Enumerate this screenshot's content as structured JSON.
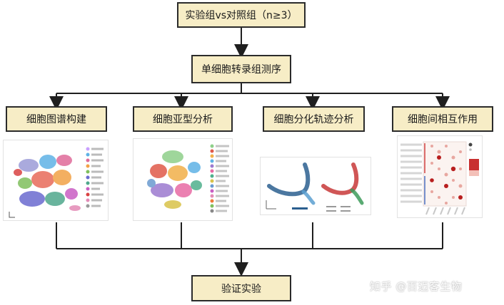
{
  "flow": {
    "top": "实验组vs对照组（n≥3）",
    "sequencing": "单细胞转录组测序",
    "analyses": [
      "细胞图谱构建",
      "细胞亚型分析",
      "细胞分化轨迹分析",
      "细胞间相互作用"
    ],
    "validation": "验证实验"
  },
  "watermark": "知乎 @百迈客生物",
  "colors": {
    "box_fill": "#f7edc6",
    "box_border": "#2b2b2b",
    "connector": "#1f1f1f"
  },
  "thumbnails": [
    {
      "name": "tsne-cell-atlas"
    },
    {
      "name": "tsne-subtype"
    },
    {
      "name": "pseudotime-trajectory"
    },
    {
      "name": "ligand-receptor-dotplot"
    }
  ]
}
